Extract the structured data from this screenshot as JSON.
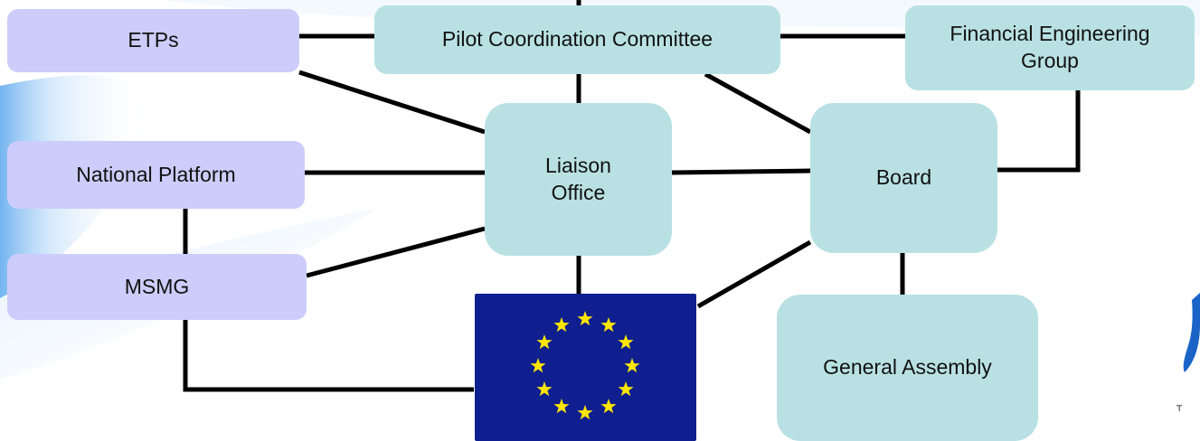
{
  "diagram": {
    "nodes": {
      "etps": "ETPs",
      "pilot_committee": "Pilot Coordination Committee",
      "financial_group": "Financial Engineering\nGroup",
      "national_platform": "National Platform",
      "liaison_office": "Liaison\nOffice",
      "board": "Board",
      "msmg": "MSMG",
      "general_assembly": "General Assembly"
    },
    "edges": [
      [
        "pilot_committee",
        "top"
      ],
      [
        "etps",
        "pilot_committee"
      ],
      [
        "pilot_committee",
        "financial_group"
      ],
      [
        "pilot_committee",
        "liaison_office"
      ],
      [
        "pilot_committee",
        "board"
      ],
      [
        "etps",
        "liaison_office"
      ],
      [
        "national_platform",
        "liaison_office"
      ],
      [
        "liaison_office",
        "board"
      ],
      [
        "board",
        "financial_group"
      ],
      [
        "national_platform",
        "msmg"
      ],
      [
        "msmg",
        "liaison_office"
      ],
      [
        "liaison_office",
        "eu_flag"
      ],
      [
        "board",
        "eu_flag"
      ],
      [
        "board",
        "general_assembly"
      ],
      [
        "msmg",
        "eu_flag"
      ]
    ],
    "colors": {
      "purple_box": "#cdcdfb",
      "teal_box": "#b9e1e3",
      "connector": "#000000",
      "flag_blue": "#0f1f8f",
      "flag_star": "#ffe600",
      "swoosh": "#5aa7ee"
    }
  },
  "eu_flag": {
    "icon": "eu-flag-icon",
    "star_count": 12
  },
  "corner_logo": {
    "icon": "partial-logo-icon"
  }
}
